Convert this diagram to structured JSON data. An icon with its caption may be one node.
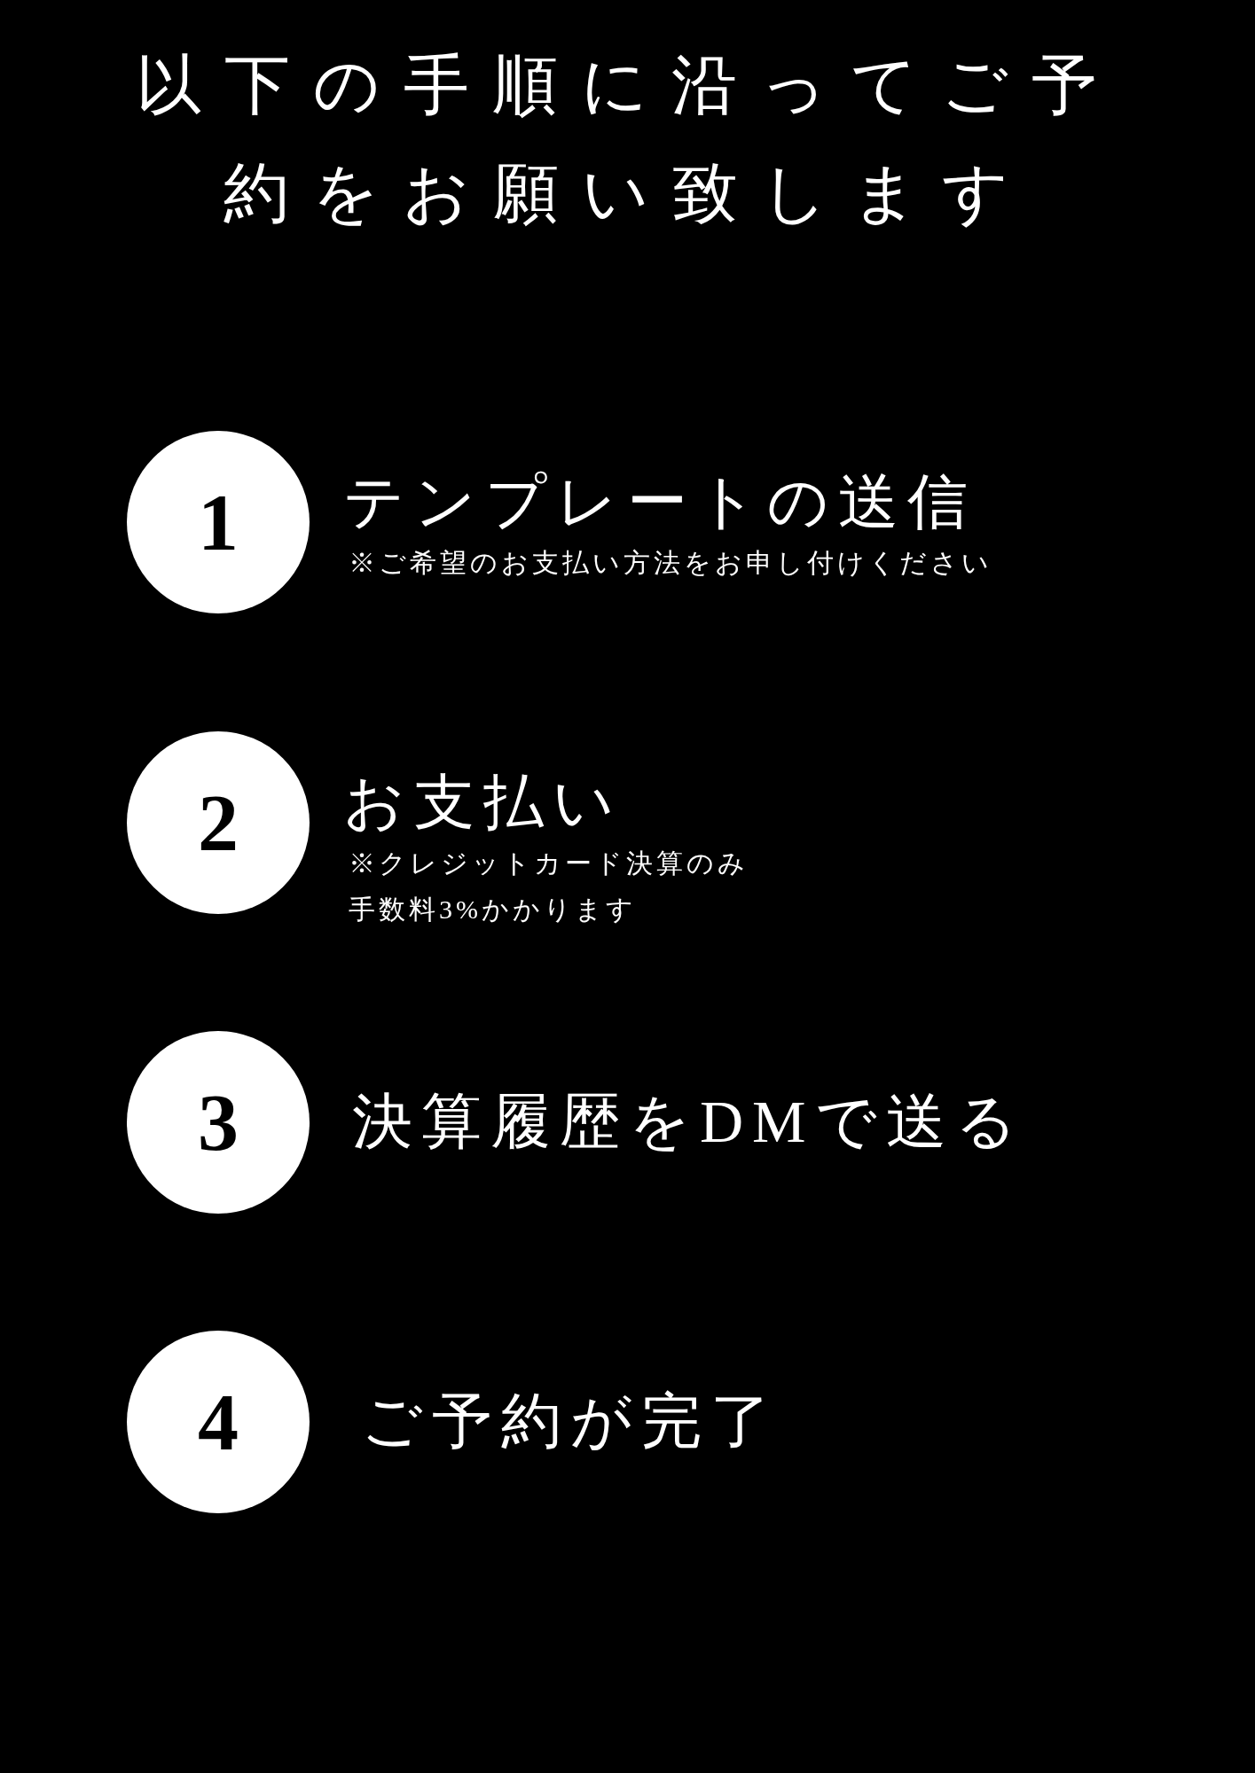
{
  "diagram": {
    "title": "以下の手順に沿ってご予約をお願い致します",
    "nodes": [
      {
        "text": [
          "1"
        ],
        "beside": [
          "テンプレートの送信",
          "※ご希望のお支払い方法をお申し付けください"
        ]
      },
      {
        "text": [
          "2"
        ],
        "beside": [
          "お支払い",
          "※クレジットカード決算のみ",
          "手数料3%かかります"
        ]
      },
      {
        "text": [
          "3"
        ],
        "beside": [
          "決算履歴をDMで送る"
        ]
      },
      {
        "text": [
          "4"
        ],
        "beside": [
          "ご予約が完了"
        ]
      }
    ]
  }
}
